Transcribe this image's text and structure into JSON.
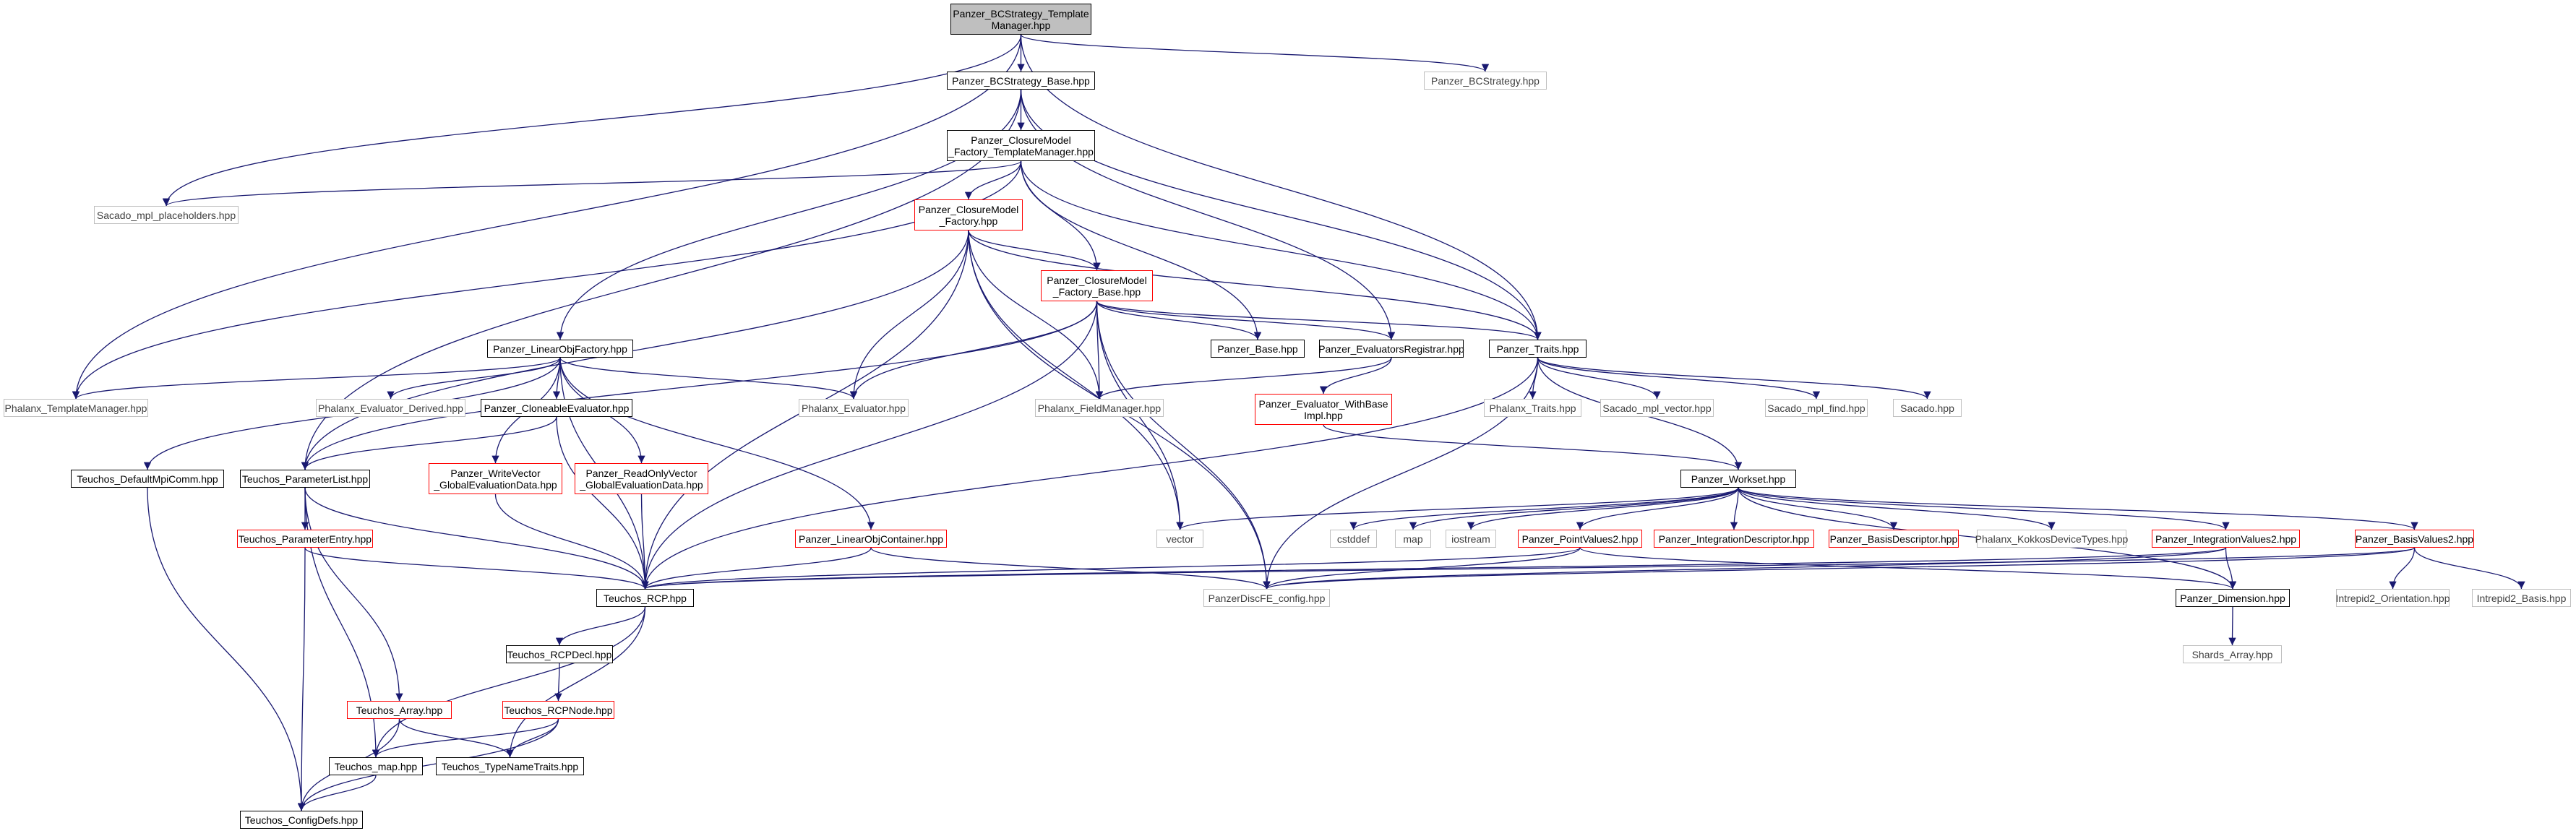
{
  "graph": {
    "colors": {
      "edge": "#191970",
      "node_border": "#000000",
      "truncated_border": "#ff0000",
      "external_border": "#bfbfbf",
      "root_fill": "#bfbfbf"
    },
    "nodes": [
      {
        "id": "root",
        "label": "Panzer_BCStrategy_Template\nManager.hpp",
        "kind": "root"
      },
      {
        "id": "bcbase",
        "label": "Panzer_BCStrategy_Base.hpp",
        "kind": "normal"
      },
      {
        "id": "bcstrat",
        "label": "Panzer_BCStrategy.hpp",
        "kind": "external"
      },
      {
        "id": "cmftm",
        "label": "Panzer_ClosureModel\n_Factory_TemplateManager.hpp",
        "kind": "normal"
      },
      {
        "id": "sacadoplh",
        "label": "Sacado_mpl_placeholders.hpp",
        "kind": "external"
      },
      {
        "id": "cmf",
        "label": "Panzer_ClosureModel\n_Factory.hpp",
        "kind": "truncated"
      },
      {
        "id": "cmfb",
        "label": "Panzer_ClosureModel\n_Factory_Base.hpp",
        "kind": "truncated"
      },
      {
        "id": "linobj",
        "label": "Panzer_LinearObjFactory.hpp",
        "kind": "normal"
      },
      {
        "id": "pbase",
        "label": "Panzer_Base.hpp",
        "kind": "normal"
      },
      {
        "id": "evreg",
        "label": "Panzer_EvaluatorsRegistrar.hpp",
        "kind": "normal"
      },
      {
        "id": "traits",
        "label": "Panzer_Traits.hpp",
        "kind": "normal"
      },
      {
        "id": "phtm",
        "label": "Phalanx_TemplateManager.hpp",
        "kind": "external"
      },
      {
        "id": "pheder",
        "label": "Phalanx_Evaluator_Derived.hpp",
        "kind": "external"
      },
      {
        "id": "clone",
        "label": "Panzer_CloneableEvaluator.hpp",
        "kind": "normal"
      },
      {
        "id": "pheval",
        "label": "Phalanx_Evaluator.hpp",
        "kind": "external"
      },
      {
        "id": "phfm",
        "label": "Phalanx_FieldManager.hpp",
        "kind": "external"
      },
      {
        "id": "evwb",
        "label": "Panzer_Evaluator_WithBase\nImpl.hpp",
        "kind": "truncated"
      },
      {
        "id": "phtraits",
        "label": "Phalanx_Traits.hpp",
        "kind": "external"
      },
      {
        "id": "smv",
        "label": "Sacado_mpl_vector.hpp",
        "kind": "external"
      },
      {
        "id": "smf",
        "label": "Sacado_mpl_find.hpp",
        "kind": "external"
      },
      {
        "id": "sacado",
        "label": "Sacado.hpp",
        "kind": "external"
      },
      {
        "id": "dmc",
        "label": "Teuchos_DefaultMpiComm.hpp",
        "kind": "normal"
      },
      {
        "id": "plist",
        "label": "Teuchos_ParameterList.hpp",
        "kind": "normal"
      },
      {
        "id": "wvg",
        "label": "Panzer_WriteVector\n_GlobalEvaluationData.hpp",
        "kind": "truncated"
      },
      {
        "id": "rovg",
        "label": "Panzer_ReadOnlyVector\n_GlobalEvaluationData.hpp",
        "kind": "truncated"
      },
      {
        "id": "workset",
        "label": "Panzer_Workset.hpp",
        "kind": "normal"
      },
      {
        "id": "pentry",
        "label": "Teuchos_ParameterEntry.hpp",
        "kind": "truncated"
      },
      {
        "id": "loc",
        "label": "Panzer_LinearObjContainer.hpp",
        "kind": "truncated"
      },
      {
        "id": "vector",
        "label": "vector",
        "kind": "external"
      },
      {
        "id": "cstddef",
        "label": "cstddef",
        "kind": "external"
      },
      {
        "id": "map",
        "label": "map",
        "kind": "external"
      },
      {
        "id": "iostream",
        "label": "iostream",
        "kind": "external"
      },
      {
        "id": "pv2",
        "label": "Panzer_PointValues2.hpp",
        "kind": "truncated"
      },
      {
        "id": "intdesc",
        "label": "Panzer_IntegrationDescriptor.hpp",
        "kind": "truncated"
      },
      {
        "id": "basisdesc",
        "label": "Panzer_BasisDescriptor.hpp",
        "kind": "truncated"
      },
      {
        "id": "kokkos",
        "label": "Phalanx_KokkosDeviceTypes.hpp",
        "kind": "external"
      },
      {
        "id": "iv2",
        "label": "Panzer_IntegrationValues2.hpp",
        "kind": "truncated"
      },
      {
        "id": "bv2",
        "label": "Panzer_BasisValues2.hpp",
        "kind": "truncated"
      },
      {
        "id": "rcp",
        "label": "Teuchos_RCP.hpp",
        "kind": "normal"
      },
      {
        "id": "dfe",
        "label": "PanzerDiscFE_config.hpp",
        "kind": "external"
      },
      {
        "id": "dim",
        "label": "Panzer_Dimension.hpp",
        "kind": "normal"
      },
      {
        "id": "i2o",
        "label": "Intrepid2_Orientation.hpp",
        "kind": "external"
      },
      {
        "id": "i2b",
        "label": "Intrepid2_Basis.hpp",
        "kind": "external"
      },
      {
        "id": "rcpdecl",
        "label": "Teuchos_RCPDecl.hpp",
        "kind": "normal"
      },
      {
        "id": "shards",
        "label": "Shards_Array.hpp",
        "kind": "external"
      },
      {
        "id": "tarray",
        "label": "Teuchos_Array.hpp",
        "kind": "truncated"
      },
      {
        "id": "rcpnode",
        "label": "Teuchos_RCPNode.hpp",
        "kind": "truncated"
      },
      {
        "id": "tmap",
        "label": "Teuchos_map.hpp",
        "kind": "normal"
      },
      {
        "id": "tntraits",
        "label": "Teuchos_TypeNameTraits.hpp",
        "kind": "normal"
      },
      {
        "id": "cdefs",
        "label": "Teuchos_ConfigDefs.hpp",
        "kind": "normal"
      }
    ],
    "edges": [
      [
        "root",
        "bcbase"
      ],
      [
        "root",
        "bcstrat"
      ],
      [
        "root",
        "sacadoplh"
      ],
      [
        "root",
        "phtm"
      ],
      [
        "root",
        "traits"
      ],
      [
        "bcbase",
        "cmftm"
      ],
      [
        "bcbase",
        "traits"
      ],
      [
        "bcbase",
        "evreg"
      ],
      [
        "bcbase",
        "linobj"
      ],
      [
        "bcbase",
        "plist"
      ],
      [
        "cmftm",
        "cmf"
      ],
      [
        "cmftm",
        "cmfb"
      ],
      [
        "cmftm",
        "traits"
      ],
      [
        "cmftm",
        "pbase"
      ],
      [
        "cmftm",
        "sacadoplh"
      ],
      [
        "cmftm",
        "phtm"
      ],
      [
        "cmf",
        "cmfb"
      ],
      [
        "cmf",
        "traits"
      ],
      [
        "cmf",
        "pheval"
      ],
      [
        "cmf",
        "phfm"
      ],
      [
        "cmf",
        "vector"
      ],
      [
        "cmf",
        "dfe"
      ],
      [
        "cmf",
        "rcp"
      ],
      [
        "cmf",
        "plist"
      ],
      [
        "cmfb",
        "pbase"
      ],
      [
        "cmfb",
        "evreg"
      ],
      [
        "cmfb",
        "traits"
      ],
      [
        "cmfb",
        "phfm"
      ],
      [
        "cmfb",
        "vector"
      ],
      [
        "cmfb",
        "dfe"
      ],
      [
        "cmfb",
        "rcp"
      ],
      [
        "cmfb",
        "plist"
      ],
      [
        "cmfb",
        "pheval"
      ],
      [
        "linobj",
        "phtm"
      ],
      [
        "linobj",
        "pheder"
      ],
      [
        "linobj",
        "clone"
      ],
      [
        "linobj",
        "pheval"
      ],
      [
        "linobj",
        "dmc"
      ],
      [
        "linobj",
        "wvg"
      ],
      [
        "linobj",
        "rovg"
      ],
      [
        "linobj",
        "loc"
      ],
      [
        "linobj",
        "rcp"
      ],
      [
        "evreg",
        "phfm"
      ],
      [
        "evreg",
        "evwb"
      ],
      [
        "traits",
        "phtraits"
      ],
      [
        "traits",
        "smv"
      ],
      [
        "traits",
        "smf"
      ],
      [
        "traits",
        "sacado"
      ],
      [
        "traits",
        "workset"
      ],
      [
        "traits",
        "dfe"
      ],
      [
        "traits",
        "rcp"
      ],
      [
        "clone",
        "plist"
      ],
      [
        "clone",
        "rcp"
      ],
      [
        "evwb",
        "workset"
      ],
      [
        "dmc",
        "cdefs"
      ],
      [
        "plist",
        "pentry"
      ],
      [
        "plist",
        "tarray"
      ],
      [
        "plist",
        "tmap"
      ],
      [
        "plist",
        "rcp"
      ],
      [
        "wvg",
        "rcp"
      ],
      [
        "rovg",
        "rcp"
      ],
      [
        "workset",
        "vector"
      ],
      [
        "workset",
        "cstddef"
      ],
      [
        "workset",
        "map"
      ],
      [
        "workset",
        "iostream"
      ],
      [
        "workset",
        "pv2"
      ],
      [
        "workset",
        "intdesc"
      ],
      [
        "workset",
        "basisdesc"
      ],
      [
        "workset",
        "kokkos"
      ],
      [
        "workset",
        "iv2"
      ],
      [
        "workset",
        "bv2"
      ],
      [
        "workset",
        "dim"
      ],
      [
        "pentry",
        "rcp"
      ],
      [
        "pentry",
        "cdefs"
      ],
      [
        "loc",
        "dfe"
      ],
      [
        "loc",
        "rcp"
      ],
      [
        "pv2",
        "dfe"
      ],
      [
        "pv2",
        "dim"
      ],
      [
        "pv2",
        "rcp"
      ],
      [
        "iv2",
        "dim"
      ],
      [
        "iv2",
        "dfe"
      ],
      [
        "iv2",
        "rcp"
      ],
      [
        "bv2",
        "dfe"
      ],
      [
        "bv2",
        "i2o"
      ],
      [
        "bv2",
        "i2b"
      ],
      [
        "bv2",
        "rcp"
      ],
      [
        "rcp",
        "rcpdecl"
      ],
      [
        "rcp",
        "tmap"
      ],
      [
        "rcp",
        "tntraits"
      ],
      [
        "rcpdecl",
        "rcpnode"
      ],
      [
        "rcpnode",
        "tntraits"
      ],
      [
        "rcpnode",
        "tmap"
      ],
      [
        "rcpnode",
        "cdefs"
      ],
      [
        "tarray",
        "tntraits"
      ],
      [
        "tarray",
        "cdefs"
      ],
      [
        "tmap",
        "cdefs"
      ],
      [
        "dim",
        "shards"
      ]
    ]
  }
}
